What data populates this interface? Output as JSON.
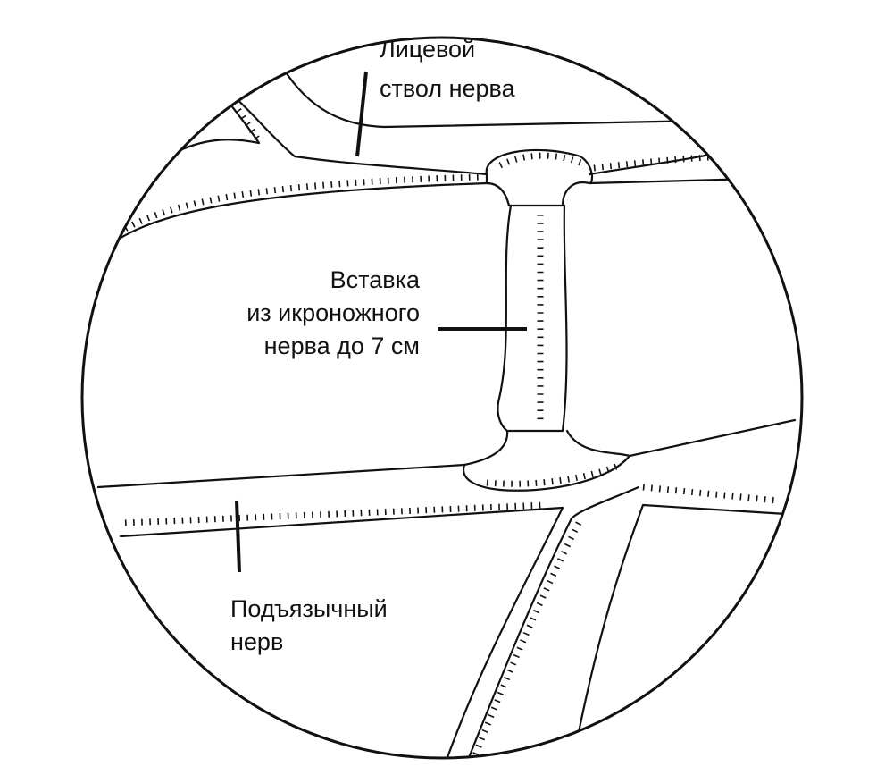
{
  "labels": {
    "facial_line1": "Лицевой",
    "facial_line2": "ствол нерва",
    "graft_line1": "Вставка",
    "graft_line2": "из икроножного",
    "graft_line3": "нерва до 7 см",
    "hypo_line1": "Подъязычный",
    "hypo_line2": "нерв"
  },
  "colors": {
    "stroke": "#111111",
    "background": "#ffffff"
  }
}
